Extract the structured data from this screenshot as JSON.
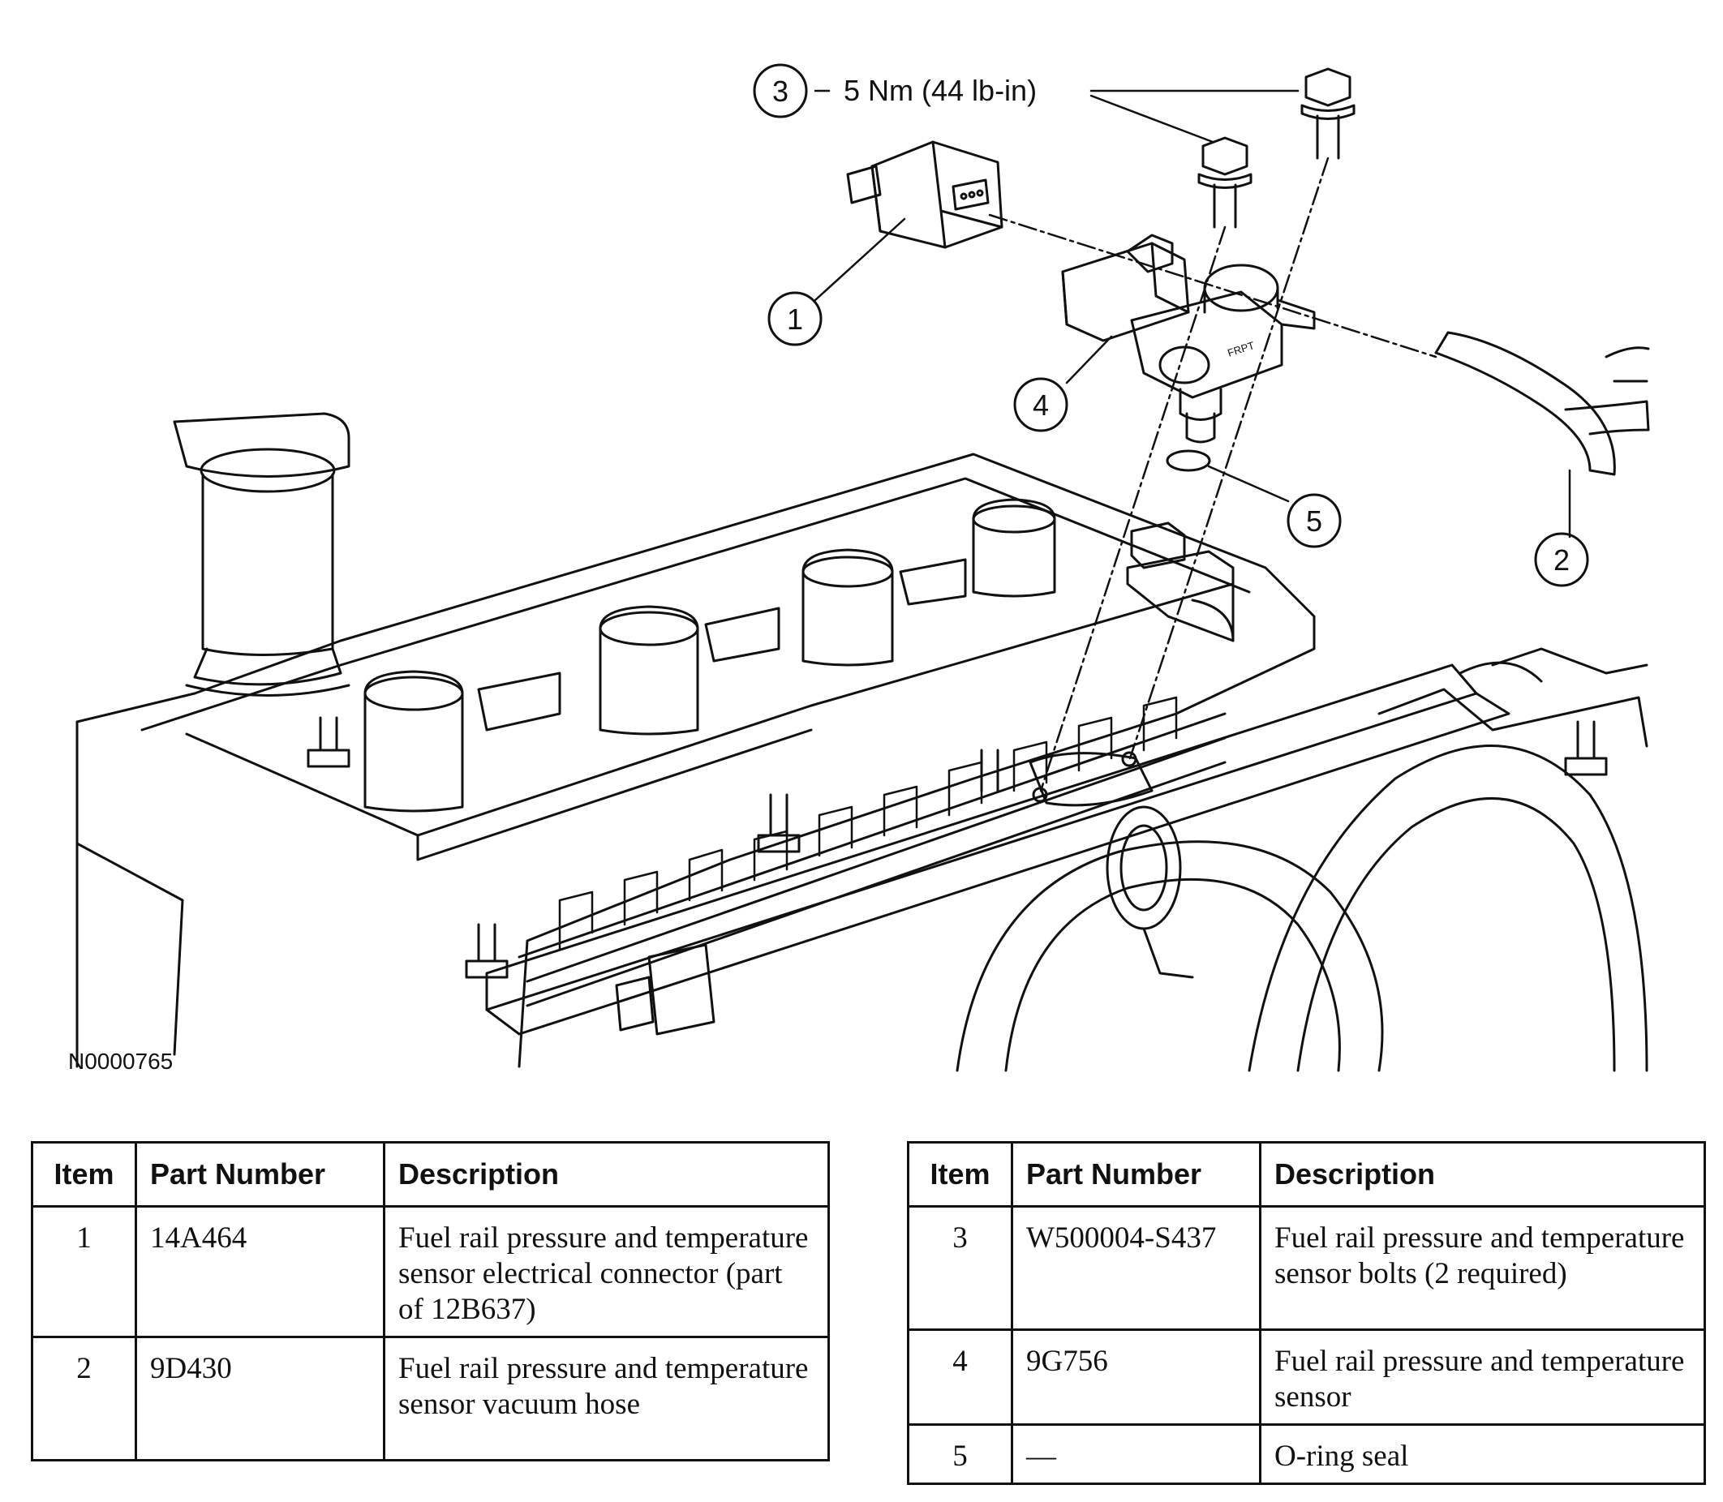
{
  "figure": {
    "figure_id": "N0000765",
    "torque_spec": "5 Nm (44 lb-in)",
    "callouts": [
      "1",
      "2",
      "3",
      "4",
      "5"
    ],
    "sensor_marking": "FRPT"
  },
  "parts_table_left": {
    "headers": {
      "item": "Item",
      "part_number": "Part Number",
      "description": "Description"
    },
    "rows": [
      {
        "item": "1",
        "part_number": "14A464",
        "description": "Fuel rail pressure and temperature sensor electrical connector (part of 12B637)"
      },
      {
        "item": "2",
        "part_number": "9D430",
        "description": "Fuel rail pressure and temperature sensor vacuum hose"
      }
    ]
  },
  "parts_table_right": {
    "headers": {
      "item": "Item",
      "part_number": "Part Number",
      "description": "Description"
    },
    "rows": [
      {
        "item": "3",
        "part_number": "W500004-S437",
        "description": "Fuel rail pressure and temperature sensor bolts (2 required)"
      },
      {
        "item": "4",
        "part_number": "9G756",
        "description": "Fuel rail pressure and temperature sensor"
      },
      {
        "item": "5",
        "part_number": "—",
        "description": "O-ring seal"
      }
    ]
  }
}
